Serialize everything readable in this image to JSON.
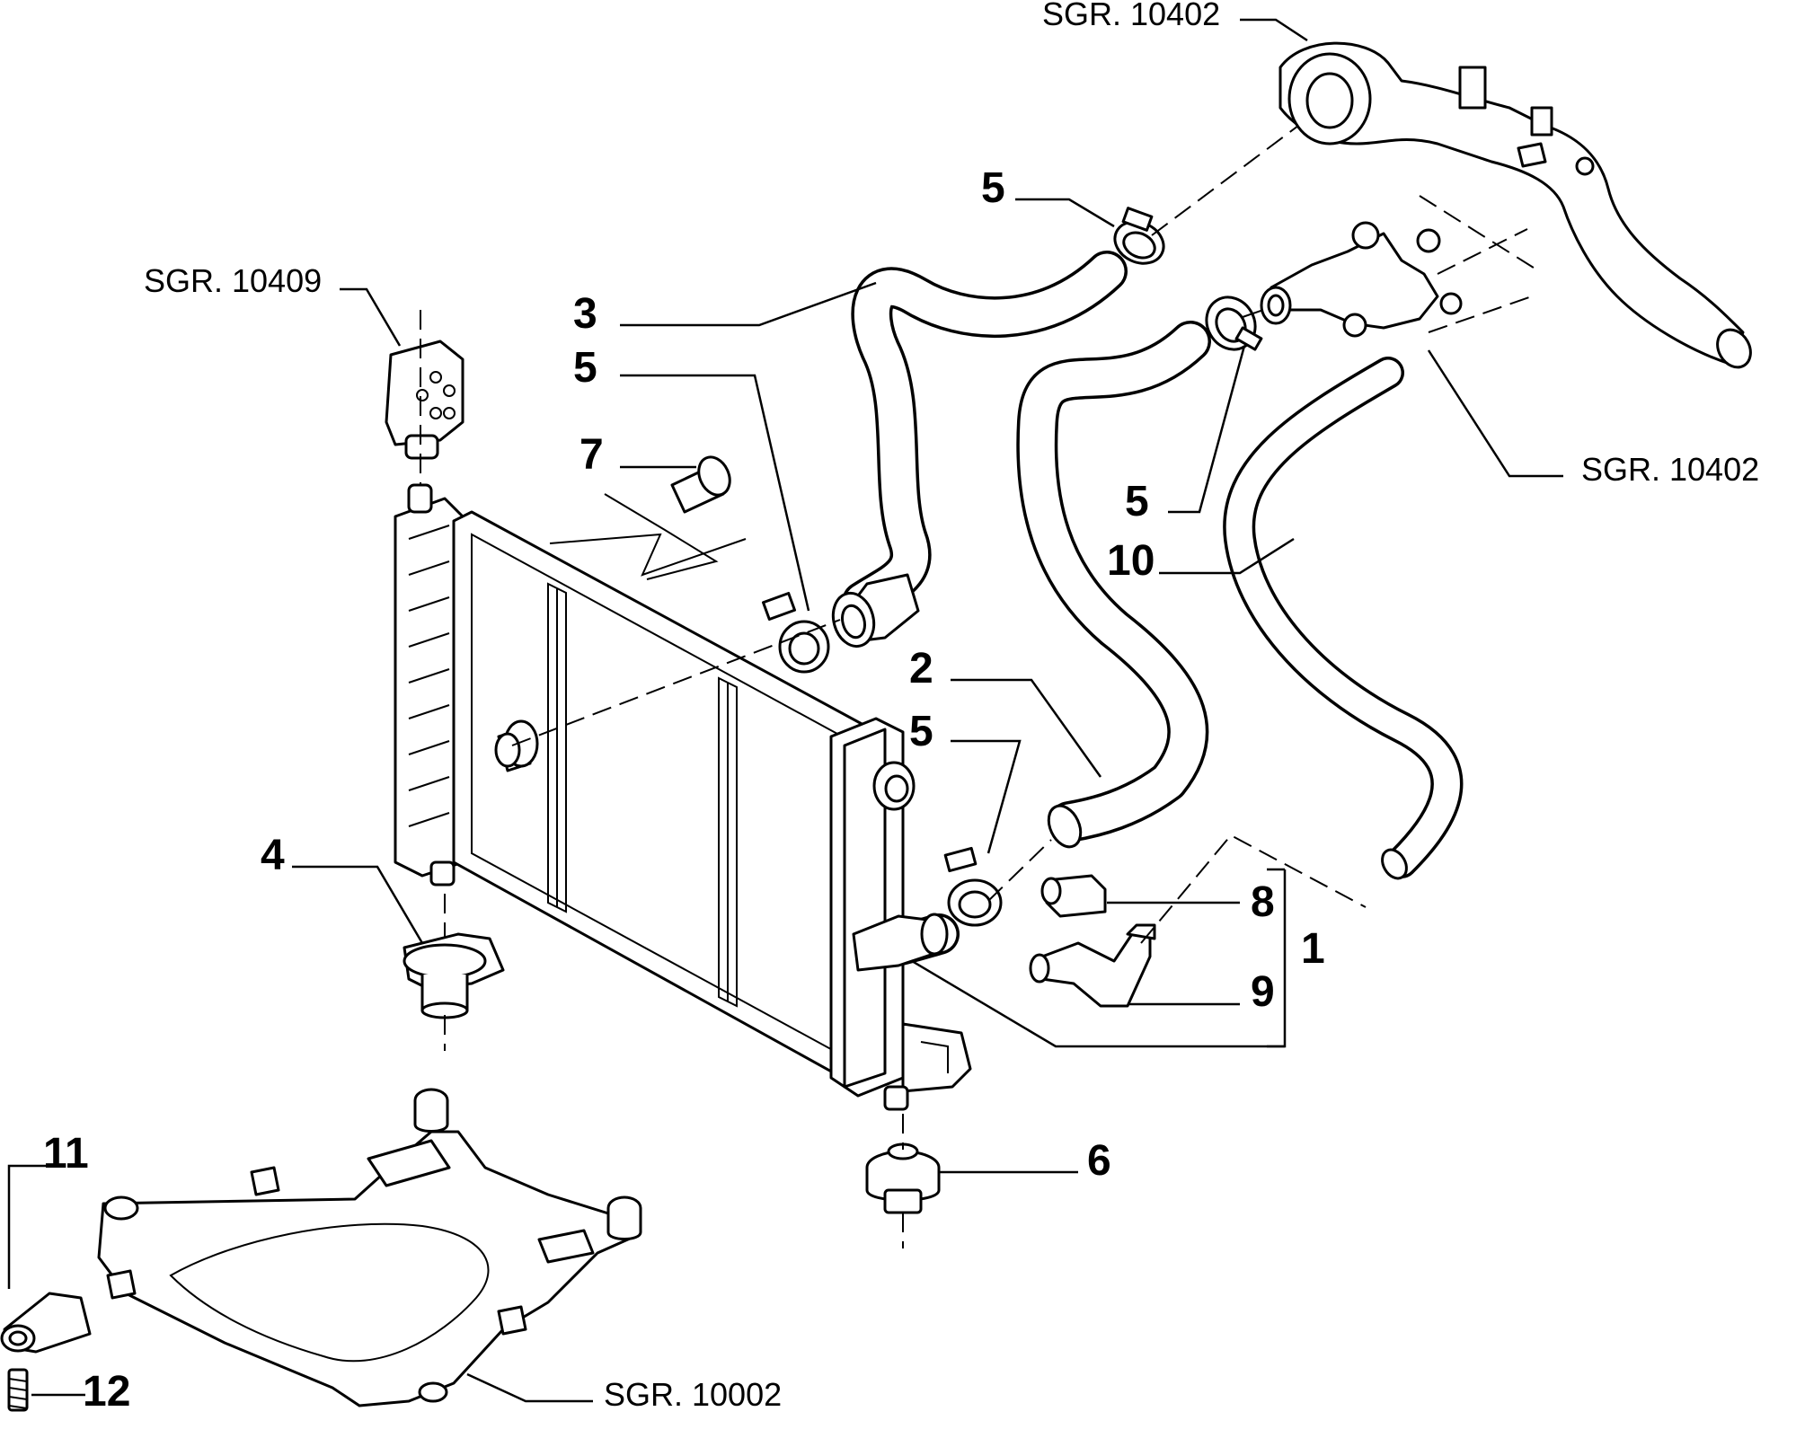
{
  "labels": {
    "sgr_10402_top": "SGR. 10402",
    "sgr_10409": "SGR. 10409",
    "sgr_10402_right": "SGR. 10402",
    "sgr_10002": "SGR. 10002",
    "n5_a": "5",
    "n3": "3",
    "n5_b": "5",
    "n7": "7",
    "n5_c": "5",
    "n10": "10",
    "n2": "2",
    "n5_d": "5",
    "n4": "4",
    "n8": "8",
    "n1": "1",
    "n9": "9",
    "n6": "6",
    "n11": "11",
    "n12": "12"
  }
}
